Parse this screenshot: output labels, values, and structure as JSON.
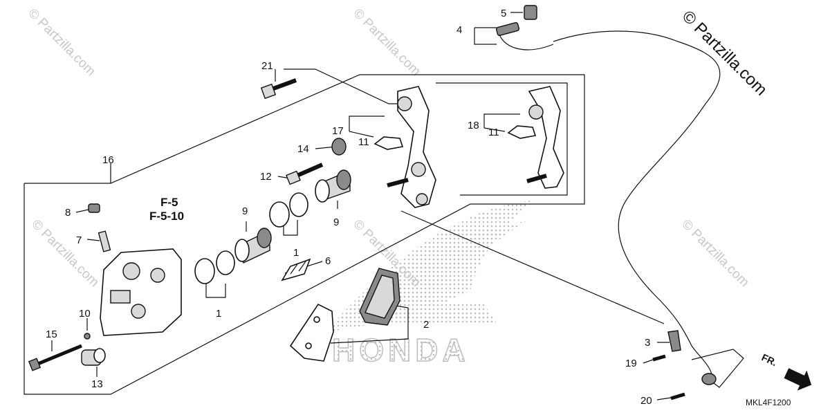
{
  "watermarks": {
    "copyright": "© Partzilla.com",
    "main": "© Partzilla.com"
  },
  "diagram_code": "MKL4F1200",
  "front_marker": "FR.",
  "reference_labels": [
    "F-5",
    "F-5-10"
  ],
  "brand": "HONDA",
  "callouts": {
    "c1a": "1",
    "c1b": "1",
    "c2": "2",
    "c3": "3",
    "c4": "4",
    "c5": "5",
    "c6": "6",
    "c7": "7",
    "c8": "8",
    "c9a": "9",
    "c9b": "9",
    "c10": "10",
    "c11a": "11",
    "c11b": "11",
    "c12": "12",
    "c13": "13",
    "c14": "14",
    "c15": "15",
    "c16": "16",
    "c17": "17",
    "c18": "18",
    "c19": "19",
    "c20": "20",
    "c21": "21"
  },
  "colors": {
    "line": "#111111",
    "watermark": "#c8c8c8",
    "logo_dots": "#bdbdbd"
  }
}
